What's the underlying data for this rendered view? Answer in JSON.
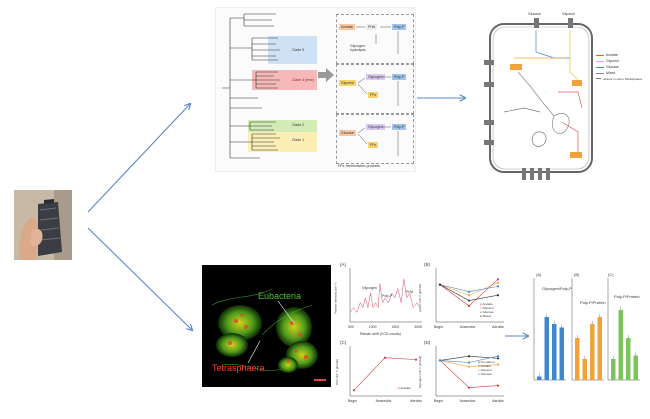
{
  "colors": {
    "arrow": "#5b87c7",
    "clade3": "#cfe1f5",
    "clade4": "#f6b9b9",
    "clade2": "#d3ebb5",
    "clade1": "#fbefb5",
    "green": "#8bc34a",
    "blue": "#3f88d0",
    "orange": "#f2a23a"
  },
  "phylo": {
    "clades": [
      "Clade 3",
      "Clade 4 (new)",
      "Clade 2",
      "Clade 1"
    ],
    "caption": "FPs: fermentation products"
  },
  "flow": {
    "substrates": [
      "Acetate",
      "Glycerol",
      "Glucose"
    ],
    "boxes": {
      "pha": "PHA",
      "polyp": "Poly-P",
      "glycogen": "Glycogen",
      "fps": "FPs"
    },
    "glycogen_hydrolysis": "Glycogen hydrolysis"
  },
  "cell": {
    "top_labels": [
      "Glucose",
      "Glycerol"
    ],
    "legend": [
      "Acetate",
      "Glycerol",
      "Glucose",
      "Mixed",
      "absent in some Tetrasphaera"
    ]
  },
  "micro": {
    "eubacteria": "Eubacteria",
    "tetrasphaera": "Tetrasphaera"
  },
  "charts": {
    "a": {
      "letter": "(A)",
      "xlabel": "Raman shift (CCD counts)",
      "ylabel": "Raman intensity (cm⁻¹)",
      "xticks": [
        "500",
        "1000",
        "1500",
        "2000"
      ],
      "annotations": [
        "Glycogen",
        "Poly-P",
        "PHA"
      ]
    },
    "b": {
      "letter": "(B)",
      "ylabel": "poly-P (10⁻¹² gP/cell)",
      "xticks": [
        "Begin",
        "Anaerobic",
        "Aerobic"
      ],
      "legend": [
        "Acetate",
        "Glycerol",
        "Glucose",
        "Mixed"
      ]
    },
    "c": {
      "letter": "(C)",
      "ylabel": "PHA (10⁻¹² gC/cell)",
      "xticks": [
        "Begin",
        "Anaerobic",
        "Aerobic"
      ],
      "legend": [
        "Acetate"
      ]
    },
    "d": {
      "letter": "(D)",
      "ylabel": "Glycogen (10⁻¹² gC/cell)",
      "xticks": [
        "Begin",
        "Anaerobic",
        "Aerobic"
      ],
      "legend": [
        "No carbon",
        "Acetate",
        "Glycerol",
        "Glucose"
      ]
    },
    "bars": {
      "letters": [
        "(A)",
        "(B)",
        "(C)"
      ],
      "titles": [
        "Glycogen/Poly-P",
        "Poly-P/Protein",
        "Poly-P/Protein"
      ]
    }
  },
  "chart_data": [
    {
      "type": "line",
      "title": "(A)",
      "xlabel": "Raman shift (CCD counts)",
      "ylabel": "Raman intensity (cm⁻¹)",
      "x": [
        400,
        480,
        560,
        640,
        700,
        760,
        820,
        880,
        940,
        1000,
        1060,
        1100,
        1160,
        1220,
        1300,
        1380,
        1450,
        1520,
        1600,
        1660,
        1730,
        1800,
        1880,
        1960,
        2040
      ],
      "series": [
        {
          "values": [
            2,
            3,
            2,
            4,
            3,
            5,
            3,
            6,
            3,
            4,
            3,
            8,
            4,
            5,
            4,
            6,
            5,
            7,
            4,
            9,
            5,
            6,
            3,
            4,
            3
          ]
        }
      ]
    },
    {
      "type": "line",
      "title": "(B)",
      "categories": [
        "Begin",
        "Anaerobic",
        "Aerobic"
      ],
      "series": [
        {
          "name": "Acetate",
          "values": [
            2.0,
            0.8,
            2.3
          ]
        },
        {
          "name": "Glycerol",
          "values": [
            2.0,
            1.4,
            2.1
          ]
        },
        {
          "name": "Glucose",
          "values": [
            2.0,
            1.6,
            1.9
          ]
        },
        {
          "name": "Mixed",
          "values": [
            2.0,
            1.1,
            1.4
          ]
        }
      ]
    },
    {
      "type": "line",
      "title": "(C)",
      "categories": [
        "Begin",
        "Anaerobic",
        "Aerobic"
      ],
      "series": [
        {
          "name": "Acetate",
          "values": [
            0.2,
            1.9,
            1.8
          ]
        }
      ]
    },
    {
      "type": "line",
      "title": "(D)",
      "categories": [
        "Begin",
        "Anaerobic",
        "Aerobic"
      ],
      "series": [
        {
          "name": "No carbon",
          "values": [
            1.6,
            1.8,
            1.7
          ]
        },
        {
          "name": "Acetate",
          "values": [
            1.6,
            0.3,
            0.4
          ]
        },
        {
          "name": "Glycerol",
          "values": [
            1.6,
            1.3,
            1.4
          ]
        },
        {
          "name": "Glucose",
          "values": [
            1.6,
            1.5,
            1.8
          ]
        }
      ]
    },
    {
      "type": "bar",
      "title": "Glycogen/Poly-P",
      "categories": [
        "1",
        "2",
        "3",
        "4"
      ],
      "values": [
        0.05,
        0.9,
        0.8,
        0.75
      ]
    },
    {
      "type": "bar",
      "title": "Poly-P/Protein",
      "categories": [
        "1",
        "2",
        "3",
        "4"
      ],
      "values": [
        0.6,
        0.3,
        0.8,
        0.9
      ]
    },
    {
      "type": "bar",
      "title": "Poly-P/Protein",
      "categories": [
        "1",
        "2",
        "3",
        "4"
      ],
      "values": [
        0.3,
        1.0,
        0.6,
        0.35
      ]
    }
  ]
}
